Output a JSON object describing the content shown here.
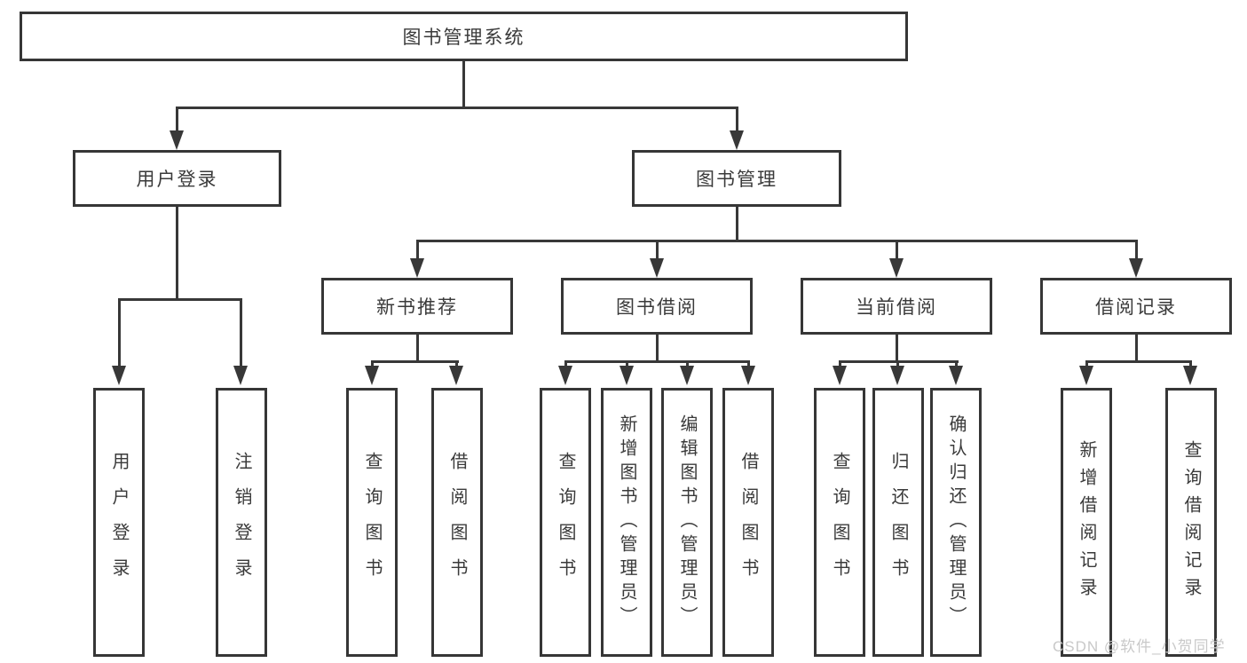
{
  "tree": {
    "label": "图书管理系统",
    "children": [
      {
        "label": "用户登录",
        "children": [
          {
            "label": "用户登录"
          },
          {
            "label": "注销登录"
          }
        ]
      },
      {
        "label": "图书管理",
        "children": [
          {
            "label": "新书推荐",
            "children": [
              {
                "label": "查询图书"
              },
              {
                "label": "借阅图书"
              }
            ]
          },
          {
            "label": "图书借阅",
            "children": [
              {
                "label": "查询图书"
              },
              {
                "label": "新增图书（管理员）"
              },
              {
                "label": "编辑图书（管理员）"
              },
              {
                "label": "借阅图书"
              }
            ]
          },
          {
            "label": "当前借阅",
            "children": [
              {
                "label": "查询图书"
              },
              {
                "label": "归还图书"
              },
              {
                "label": "确认归还（管理员）"
              }
            ]
          },
          {
            "label": "借阅记录",
            "children": [
              {
                "label": "新增借阅记录"
              },
              {
                "label": "查询借阅记录"
              }
            ]
          }
        ]
      }
    ]
  },
  "watermark": {
    "text": "CSDN @软件_小贺同学",
    "color": "#c9c9c9"
  },
  "colors": {
    "line": "#383838",
    "box_border": "#363636",
    "text": "#3a3a3a",
    "background": "#ffffff"
  }
}
